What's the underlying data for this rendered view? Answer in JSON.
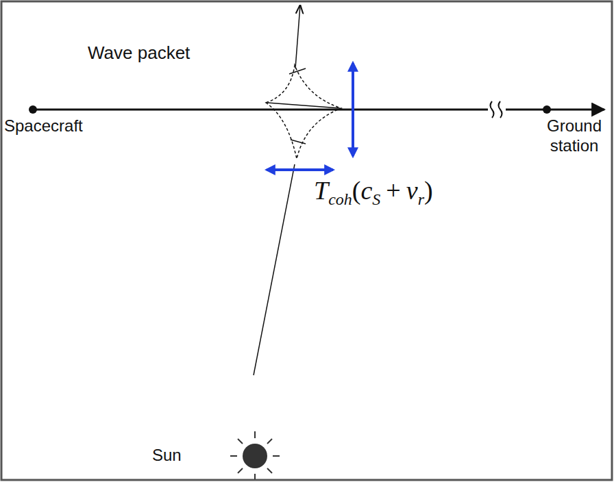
{
  "diagram": {
    "labels": [
      "Wave packet",
      "Spacecraft",
      "Ground station",
      "T",
      "coh",
      "(",
      "c",
      "S",
      "+",
      "v",
      "r",
      ")",
      "Sun"
    ]
  }
}
